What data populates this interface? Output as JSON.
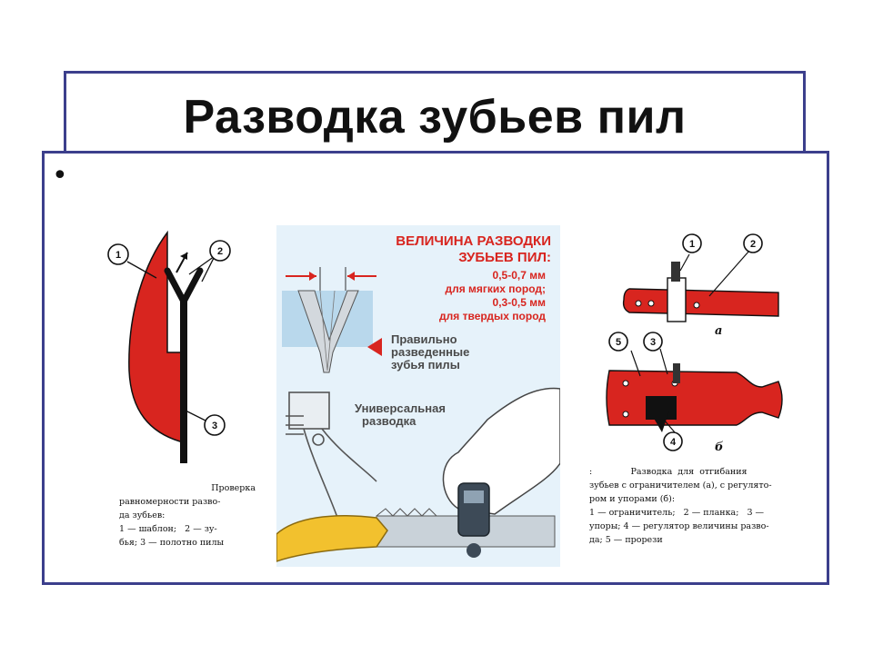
{
  "slide": {
    "title": "Разводка зубьев пил",
    "bullet": "•"
  },
  "figure_left": {
    "labels": [
      "1",
      "2",
      "3"
    ],
    "caption_lines": [
      "Проверка",
      "равномерности разво-",
      "да зубьев:",
      "1 — шаблон;   2 — зу-",
      "бья; 3 — полотно пилы"
    ]
  },
  "figure_center": {
    "heading_line1": "ВЕЛИЧИНА РАЗВОДКИ",
    "heading_line2": "ЗУБЬЕВ ПИЛ:",
    "soft_value": "0,5-0,7 мм",
    "soft_label": "для мягких пород;",
    "hard_value": "0,3-0,5 мм",
    "hard_label": "для твердых пород",
    "correct_line1": "Правильно",
    "correct_line2": "разведенные",
    "correct_line3": "зубья пилы",
    "universal_line1": "Универсальная",
    "universal_line2": "разводка",
    "colors": {
      "accent_red": "#d8251f",
      "panel_bg": "#e6f2fa",
      "handle_yellow": "#f2c12e"
    }
  },
  "figure_right": {
    "labels": [
      "1",
      "2",
      "5",
      "3",
      "4"
    ],
    "label_a": "а",
    "label_b": "б",
    "caption_lines": [
      ":              Разводка  для  отгибания",
      "зубьев с ограничителем (а), с регулято-",
      "ром и упорами (б):",
      "1 — ограничитель;   2 — планка;   3 —",
      "упоры; 4 — регулятор величины разво-",
      "да; 5 — прорези"
    ]
  }
}
